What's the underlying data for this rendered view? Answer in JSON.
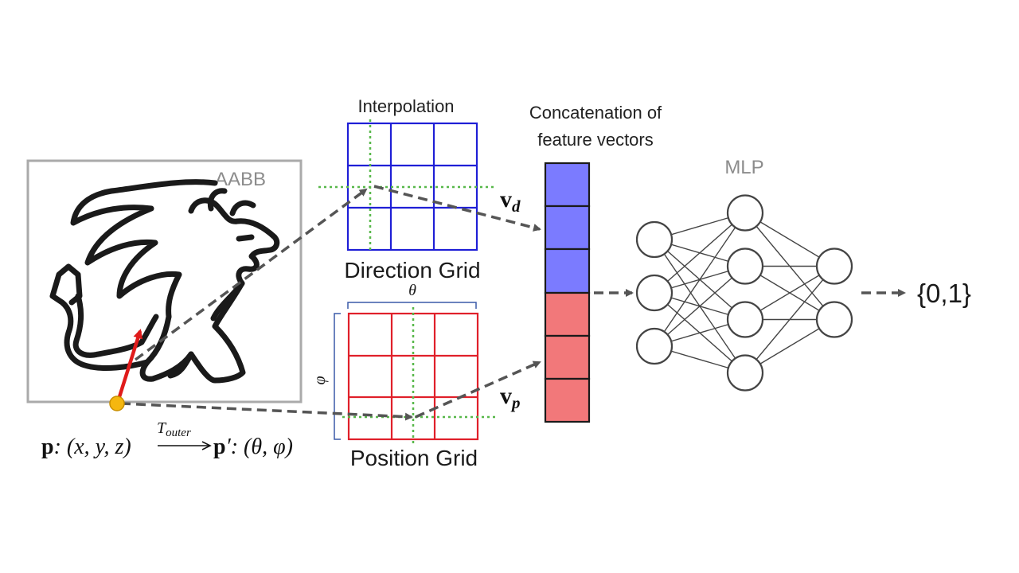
{
  "aabb": {
    "label": "AABB"
  },
  "interpolation": {
    "label": "Interpolation"
  },
  "direction_grid": {
    "label": "Direction Grid",
    "color": "#1f1fd6"
  },
  "position_grid": {
    "label": "Position Grid",
    "color": "#e0202a"
  },
  "concat": {
    "line1": "Concatenation of",
    "line2": "feature vectors",
    "top_color": "#7b7bff",
    "bottom_color": "#f2787a"
  },
  "mlp": {
    "label": "MLP",
    "layers": [
      3,
      4,
      2
    ]
  },
  "output": {
    "label": "{0,1}"
  },
  "vectors": {
    "vd_main": "v",
    "vd_sub": "d",
    "vp_main": "v",
    "vp_sub": "p"
  },
  "axes": {
    "theta": "θ",
    "phi": "φ"
  },
  "formula": {
    "lhs_bold": "p",
    "lhs_rest": ": (x, y, z)",
    "transform_main": "T",
    "transform_sub": "outer",
    "rhs_bold": "p",
    "rhs_rest": "′: (θ, φ)"
  },
  "colors": {
    "arrow": "#555555",
    "red_arrow": "#e01b1b",
    "point": "#f5b70f",
    "guide": "#58b84a",
    "neuron": "#444444"
  }
}
